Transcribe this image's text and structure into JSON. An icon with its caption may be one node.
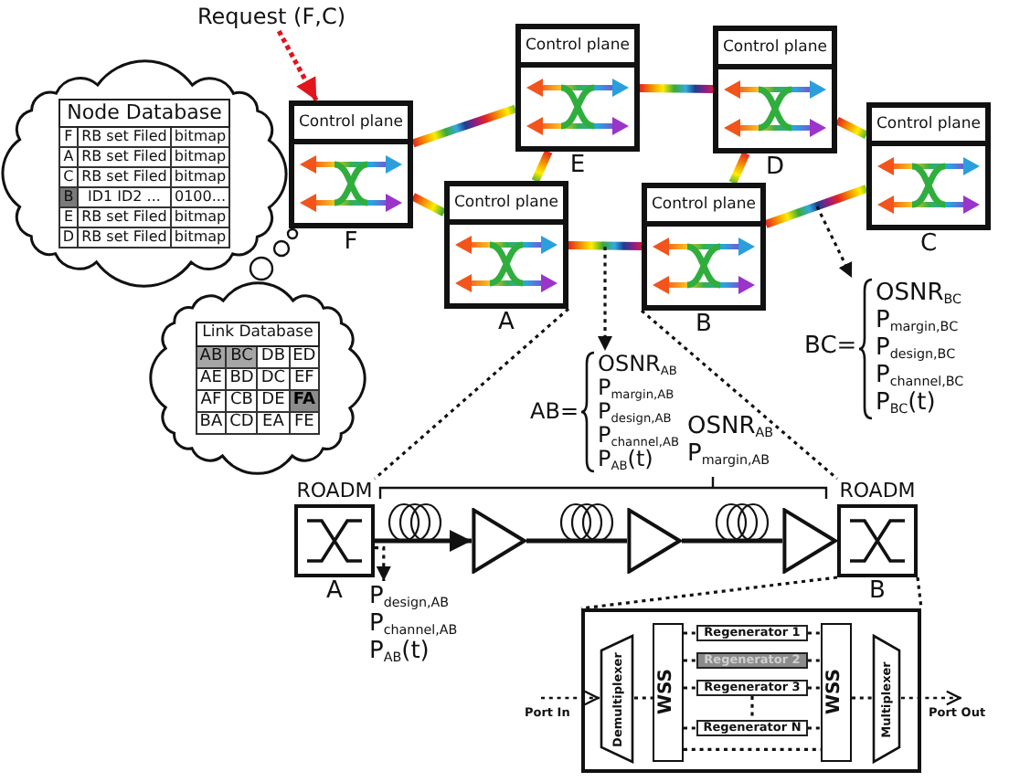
{
  "diagram": {
    "nodes": [
      {
        "text": [
          "Request (F,C)"
        ]
      },
      {
        "text": [
          "Control plane"
        ],
        "beside": [
          "F"
        ]
      },
      {
        "text": [
          "Control plane"
        ],
        "beside": [
          "E"
        ]
      },
      {
        "text": [
          "Control plane"
        ],
        "beside": [
          "D"
        ]
      },
      {
        "text": [
          "Control plane"
        ],
        "beside": [
          "C"
        ]
      },
      {
        "text": [
          "Control plane"
        ],
        "beside": [
          "A"
        ]
      },
      {
        "text": [
          "Control plane"
        ],
        "beside": [
          "B"
        ]
      },
      {
        "text": [
          "Node Database"
        ]
      },
      {
        "text": [
          "Link Database"
        ]
      },
      {
        "text": [
          "AB=",
          "OSNR$_{AB}$",
          "P$_{margin,AB}$",
          "P$_{design,AB}$",
          "P$_{channel,AB}$",
          "P$_{AB}$(t)"
        ]
      },
      {
        "text": [
          "BC=",
          "OSNR$_{BC}$",
          "P$_{margin,BC}$",
          "P$_{design,BC}$",
          "P$_{channel,BC}$",
          "P$_{BC}$(t)"
        ]
      },
      {
        "text": [
          "ROADM"
        ],
        "beside": [
          "A"
        ]
      },
      {
        "text": [],
        "shape": "triangle"
      },
      {
        "text": [],
        "shape": "triangle"
      },
      {
        "text": [],
        "shape": "triangle"
      },
      {
        "text": [
          "ROADM"
        ],
        "beside": [
          "B"
        ]
      },
      {
        "text": [
          "P$_{design,AB}$",
          "P$_{channel,AB}$",
          "P$_{AB}$(t)"
        ]
      },
      {
        "text": [],
        "shape": "box"
      },
      {
        "text": [
          "Demultiplexer"
        ],
        "in": 17
      },
      {
        "text": [
          "WSS"
        ],
        "in": 17
      },
      {
        "text": [
          "Regenerator 1"
        ],
        "in": 17
      },
      {
        "text": [
          "Regenerator 2"
        ],
        "in": 17
      },
      {
        "text": [
          "Regenerator 3"
        ],
        "in": 17
      },
      {
        "text": [
          "Regenerator N"
        ],
        "in": 17
      },
      {
        "text": [
          "WSS"
        ],
        "in": 17
      },
      {
        "text": [
          "Multiplexer"
        ],
        "in": 17
      }
    ],
    "edges": [
      {
        "from": 0,
        "to": 1,
        "arrow": "to",
        "style": "dashed",
        "color": "#e3141c"
      },
      {
        "from": 1,
        "to": 2,
        "arrow": "none",
        "style": "thick"
      },
      {
        "from": 1,
        "to": 5,
        "arrow": "none",
        "style": "thick"
      },
      {
        "from": 2,
        "to": 3,
        "arrow": "none",
        "style": "thick"
      },
      {
        "from": 2,
        "to": 5,
        "arrow": "none",
        "style": "thick"
      },
      {
        "from": 3,
        "to": 4,
        "arrow": "none",
        "style": "thick"
      },
      {
        "from": 3,
        "to": 6,
        "arrow": "none",
        "style": "thick"
      },
      {
        "from": 5,
        "to": 6,
        "arrow": "none",
        "style": "thick"
      },
      {
        "from": 6,
        "to": 4,
        "arrow": "none",
        "style": "thick"
      },
      {
        "from": null,
        "to": 9,
        "arrow": "to",
        "style": "dashed"
      },
      {
        "from": null,
        "to": 10,
        "arrow": "to",
        "style": "dashed"
      },
      {
        "from": 5,
        "to": 11,
        "arrow": "none",
        "style": "dashed"
      },
      {
        "from": 6,
        "to": 15,
        "arrow": "none",
        "style": "dashed"
      },
      {
        "from": 11,
        "to": 12,
        "arrow": "to"
      },
      {
        "from": 12,
        "to": 13,
        "arrow": "none"
      },
      {
        "from": 13,
        "to": 14,
        "arrow": "none"
      },
      {
        "from": 11,
        "to": 16,
        "arrow": "to",
        "style": "dashed"
      },
      {
        "from": 15,
        "to": 17,
        "arrow": "none",
        "style": "dashed"
      },
      {
        "from": 15,
        "to": 17,
        "arrow": "none",
        "style": "dashed"
      },
      {
        "from": null,
        "to": 18,
        "arrow": "to",
        "style": "dashed",
        "label": "Port In"
      },
      {
        "from": 18,
        "to": 19,
        "arrow": "none",
        "style": "dashed"
      },
      {
        "from": 19,
        "to": 20,
        "arrow": "none",
        "style": "dashed"
      },
      {
        "from": 19,
        "to": 21,
        "arrow": "none",
        "style": "dashed"
      },
      {
        "from": 19,
        "to": 22,
        "arrow": "none",
        "style": "dashed"
      },
      {
        "from": 19,
        "to": 23,
        "arrow": "none",
        "style": "dashed"
      },
      {
        "from": 20,
        "to": 24,
        "arrow": "none",
        "style": "dashed"
      },
      {
        "from": 21,
        "to": 24,
        "arrow": "none",
        "style": "dashed"
      },
      {
        "from": 22,
        "to": 24,
        "arrow": "none",
        "style": "dashed"
      },
      {
        "from": 23,
        "to": 24,
        "arrow": "none",
        "style": "dashed"
      },
      {
        "from": 19,
        "to": 24,
        "arrow": "none",
        "style": "dashed"
      },
      {
        "from": 22,
        "to": 23,
        "arrow": "none",
        "style": "dashed"
      },
      {
        "from": 24,
        "to": 25,
        "arrow": "none",
        "style": "dashed"
      },
      {
        "from": 25,
        "to": null,
        "arrow": "to",
        "style": "dashed",
        "label": "Port Out"
      }
    ],
    "labels": [
      "F",
      "RB set Filed",
      "bitmap",
      "A",
      "RB set Filed",
      "bitmap",
      "C",
      "RB set Filed",
      "bitmap",
      "B",
      "ID1 ID2 ...",
      "0100...",
      "E",
      "RB set Filed",
      "bitmap",
      "D",
      "RB set Filed",
      "bitmap",
      "AB",
      "BC",
      "DB",
      "ED",
      "AE",
      "BD",
      "DC",
      "EF",
      "AF",
      "CB",
      "DE",
      "FA",
      "BA",
      "CD",
      "EA",
      "FE",
      "OSNR$_{AB}$",
      "P$_{margin,AB}$"
    ]
  }
}
